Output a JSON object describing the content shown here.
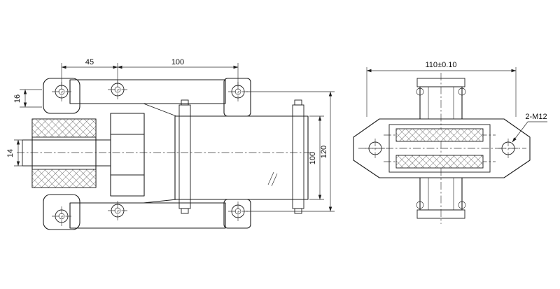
{
  "meta": {
    "background": "#ffffff",
    "line_color": "#1c1c1c",
    "drawing_type": "2-view mechanical CAD drawing of clamp / brake assembly"
  },
  "front_view": {
    "dims": {
      "d45": "45",
      "d100_top": "100",
      "d16": "16",
      "d14": "14",
      "d100_right": "100",
      "d120": "120"
    }
  },
  "side_view": {
    "dims": {
      "d110": "110±0.10",
      "thread": "2-M12"
    }
  }
}
